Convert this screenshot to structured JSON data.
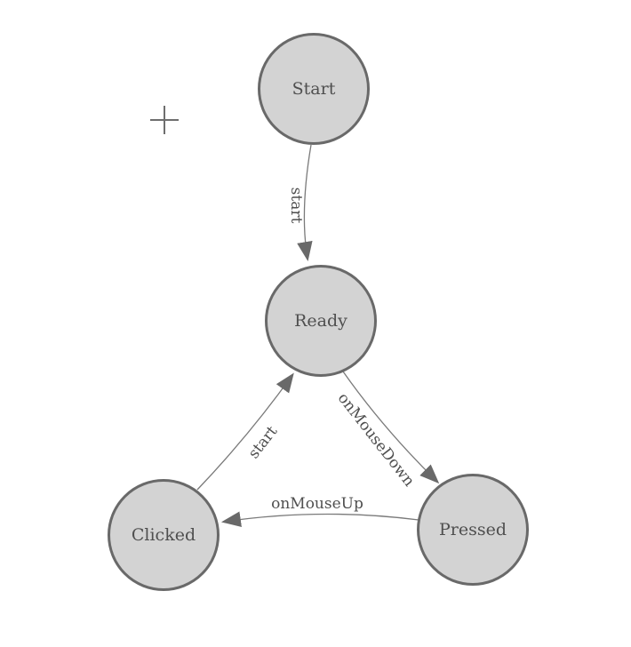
{
  "diagram": {
    "type": "finite-state-machine",
    "nodes": [
      {
        "id": "start",
        "label": "Start"
      },
      {
        "id": "ready",
        "label": "Ready"
      },
      {
        "id": "clicked",
        "label": "Clicked"
      },
      {
        "id": "pressed",
        "label": "Pressed"
      }
    ],
    "edges": [
      {
        "from": "start",
        "to": "ready",
        "label": "start"
      },
      {
        "from": "ready",
        "to": "pressed",
        "label": "onMouseDown"
      },
      {
        "from": "pressed",
        "to": "clicked",
        "label": "onMouseUp"
      },
      {
        "from": "clicked",
        "to": "ready",
        "label": "start"
      }
    ],
    "cursor": {
      "icon": "crosshair-plus"
    }
  },
  "colors": {
    "background": "#ffffff",
    "node_fill": "#d3d3d3",
    "node_stroke": "#696969",
    "edge_stroke": "#7a7a7a",
    "arrow_fill": "#696969",
    "label_text": "#4f4f4f",
    "cursor_stroke": "#6e6e6e"
  }
}
